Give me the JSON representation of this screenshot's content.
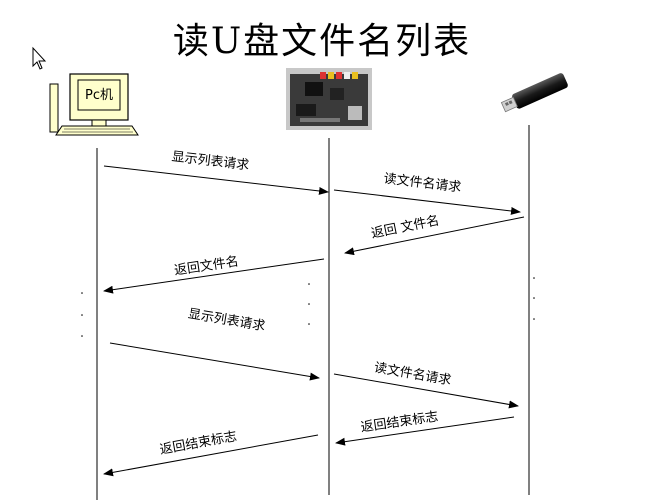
{
  "title": "读U盘文件名列表",
  "participants": [
    {
      "id": "pc",
      "label": "Pc机",
      "icon": "computer-icon"
    },
    {
      "id": "board",
      "label": "",
      "icon": "circuit-board-icon"
    },
    {
      "id": "usb",
      "label": "",
      "icon": "usb-drive-icon"
    }
  ],
  "messages": [
    {
      "id": "m1",
      "text": "显示列表请求",
      "from": "pc",
      "to": "board"
    },
    {
      "id": "m2",
      "text": "读文件名请求",
      "from": "board",
      "to": "usb"
    },
    {
      "id": "m3",
      "text": "返回 文件名",
      "from": "usb",
      "to": "board"
    },
    {
      "id": "m4",
      "text": "返回文件名",
      "from": "board",
      "to": "pc"
    },
    {
      "id": "m5",
      "text": "显示列表请求",
      "from": "pc",
      "to": "board"
    },
    {
      "id": "m6",
      "text": "读文件名请求",
      "from": "board",
      "to": "usb"
    },
    {
      "id": "m7",
      "text": "返回结束标志",
      "from": "usb",
      "to": "board"
    },
    {
      "id": "m8",
      "text": "返回结束标志",
      "from": "board",
      "to": "pc"
    }
  ],
  "colors": {
    "line": "#000000",
    "pc_body": "#ffffcc",
    "board": "#3a3a3a",
    "usb_body": "#1a1a1a"
  }
}
